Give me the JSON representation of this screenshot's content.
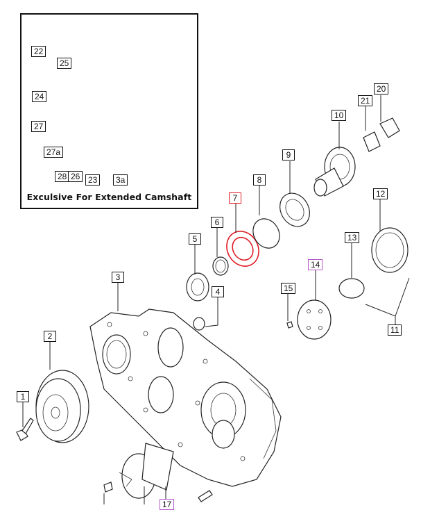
{
  "inset": {
    "caption": "Exculsive For Extended Camshaft"
  },
  "callouts": {
    "c1": "1",
    "c2": "2",
    "c3": "3",
    "c3a": "3a",
    "c4": "4",
    "c5": "5",
    "c6": "6",
    "c7": "7",
    "c8": "8",
    "c9": "9",
    "c10": "10",
    "c11": "11",
    "c12": "12",
    "c13": "13",
    "c14": "14",
    "c15": "15",
    "c17": "17",
    "c20": "20",
    "c21": "21",
    "c22": "22",
    "c23": "23",
    "c24": "24",
    "c25": "25",
    "c26": "26",
    "c27": "27",
    "c27a": "27a",
    "c28": "28"
  },
  "colors": {
    "highlight": "#e01b24",
    "alt_highlight": "#b455c8",
    "line": "#222222"
  }
}
